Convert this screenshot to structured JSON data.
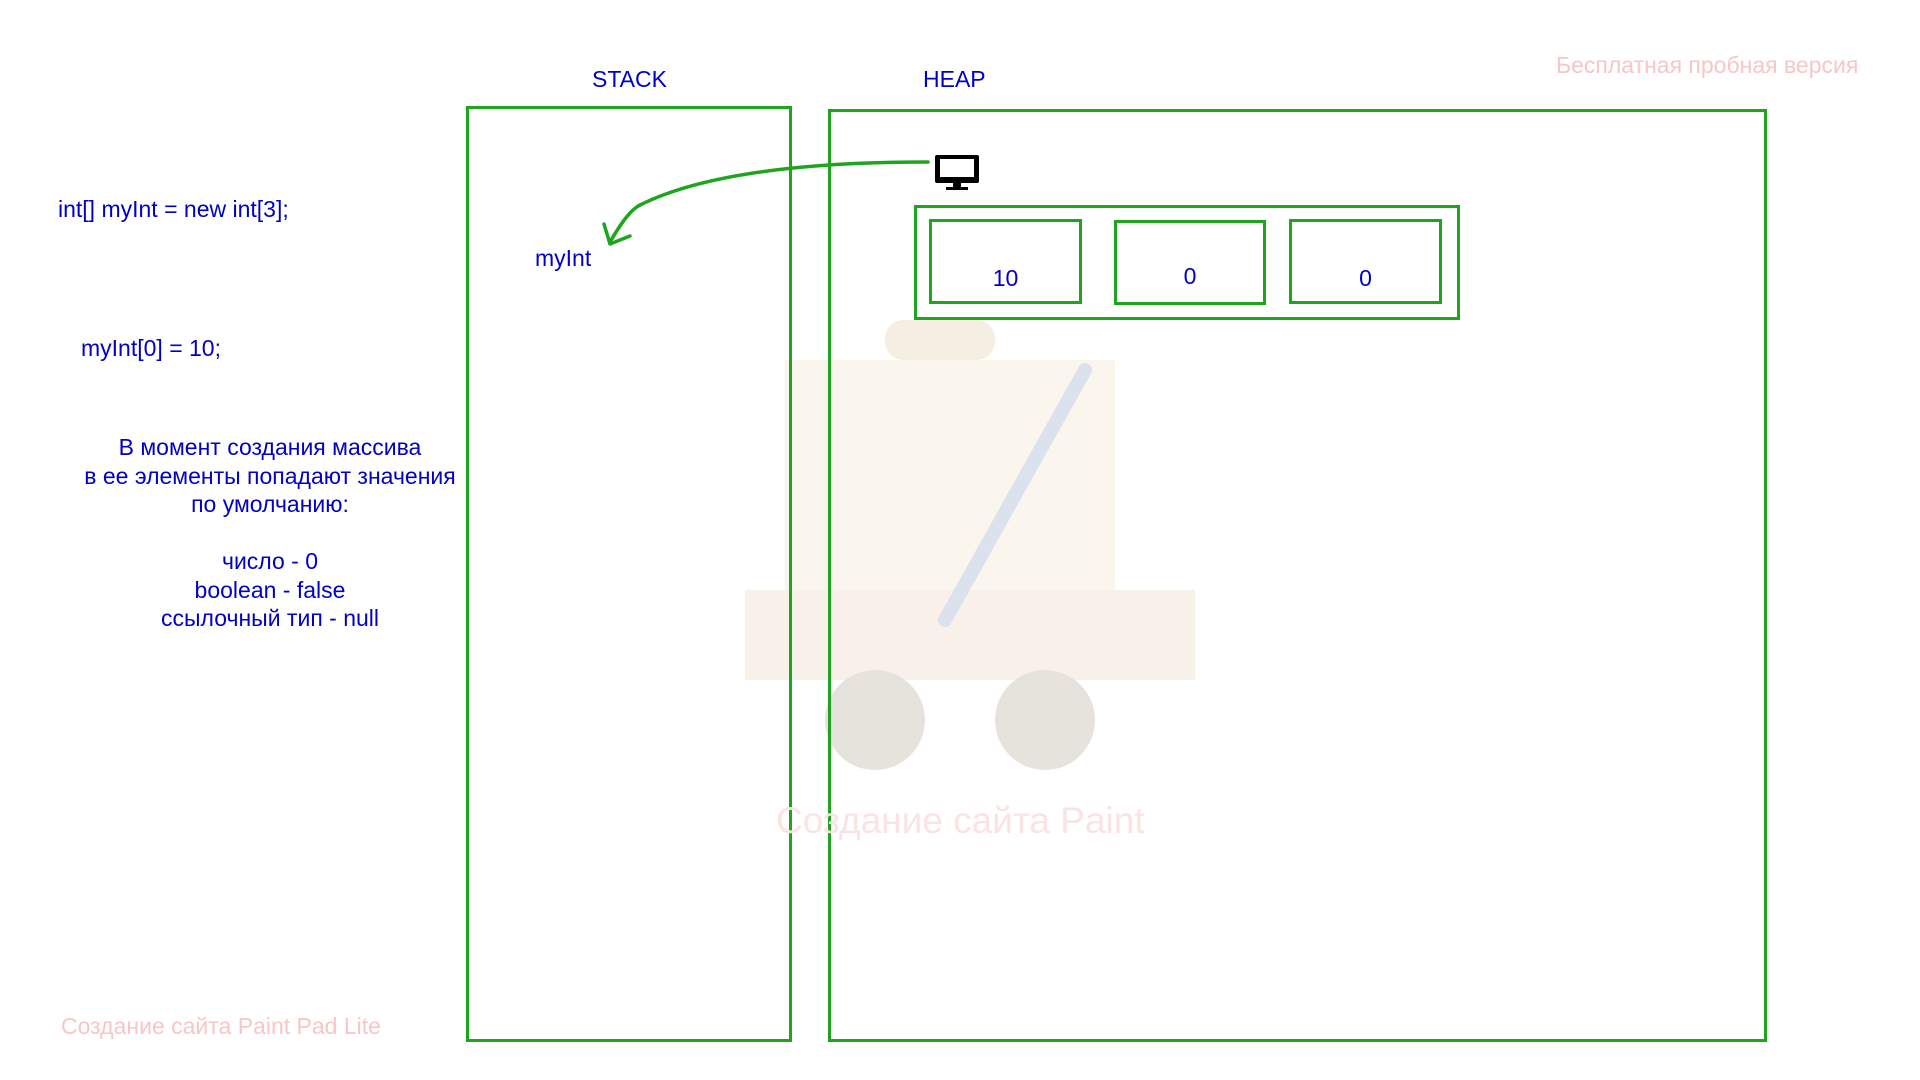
{
  "labels": {
    "stack": "STACK",
    "heap": "HEAP"
  },
  "code": {
    "declaration": "int[] myInt = new int[3];",
    "assignment": "myInt[0] = 10;"
  },
  "stack_variable": "myInt",
  "array_cells": [
    "10",
    "0",
    "0"
  ],
  "notes": {
    "lines": [
      "В момент создания массива",
      "в ее элементы попадают значения",
      "по умолчанию:",
      "",
      "число - 0",
      "boolean - false",
      "ссылочный тип - null"
    ]
  },
  "watermarks": {
    "top_right": "Бесплатная пробная версия",
    "center": "Создание сайта Paint",
    "bottom_left": "Создание сайта Paint Pad Lite"
  },
  "icons": {
    "reference": "monitor-icon",
    "arrow": "curved-arrow"
  },
  "colors": {
    "text": "#0000c8",
    "boxes": "#1ea51e",
    "watermark": "#f7c6c6"
  }
}
